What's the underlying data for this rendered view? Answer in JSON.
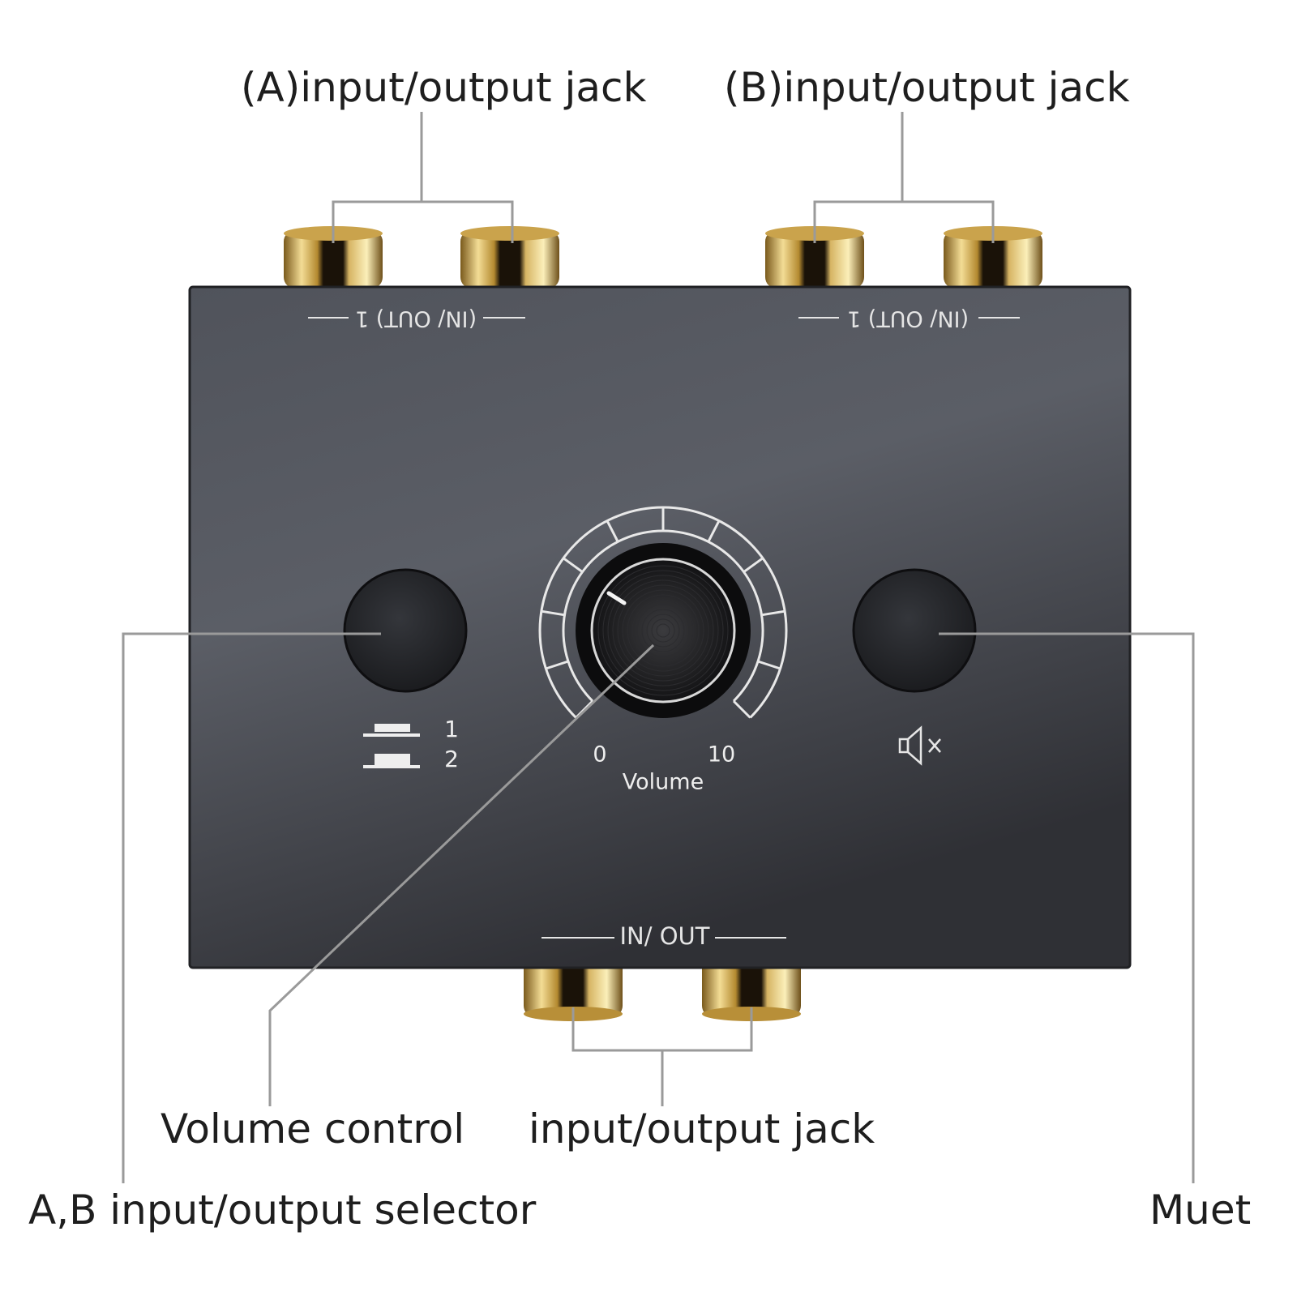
{
  "callouts": {
    "a_jack": "(A)input/output jack",
    "b_jack": "(B)input/output jack",
    "volume_control": "Volume control",
    "bottom_jack": "input/output jack",
    "selector": "A,B input/output selector",
    "mute": "Muet"
  },
  "panel": {
    "top_label_left": "(IN/ OUT) 1",
    "top_label_right": "(IN/ OUT) 1",
    "bottom_label": "IN/ OUT",
    "selector_pos_1": "1",
    "selector_pos_2": "2",
    "volume_min": "0",
    "volume_max": "10",
    "volume_label": "Volume"
  },
  "icons": {
    "selector": "push-button-position-icon",
    "mute": "speaker-mute-icon"
  },
  "colors": {
    "panel": "#4f5259",
    "jack_gold": "#c9a44a",
    "leader_line": "#9a9a9a",
    "label_text": "#1e1e1e"
  }
}
